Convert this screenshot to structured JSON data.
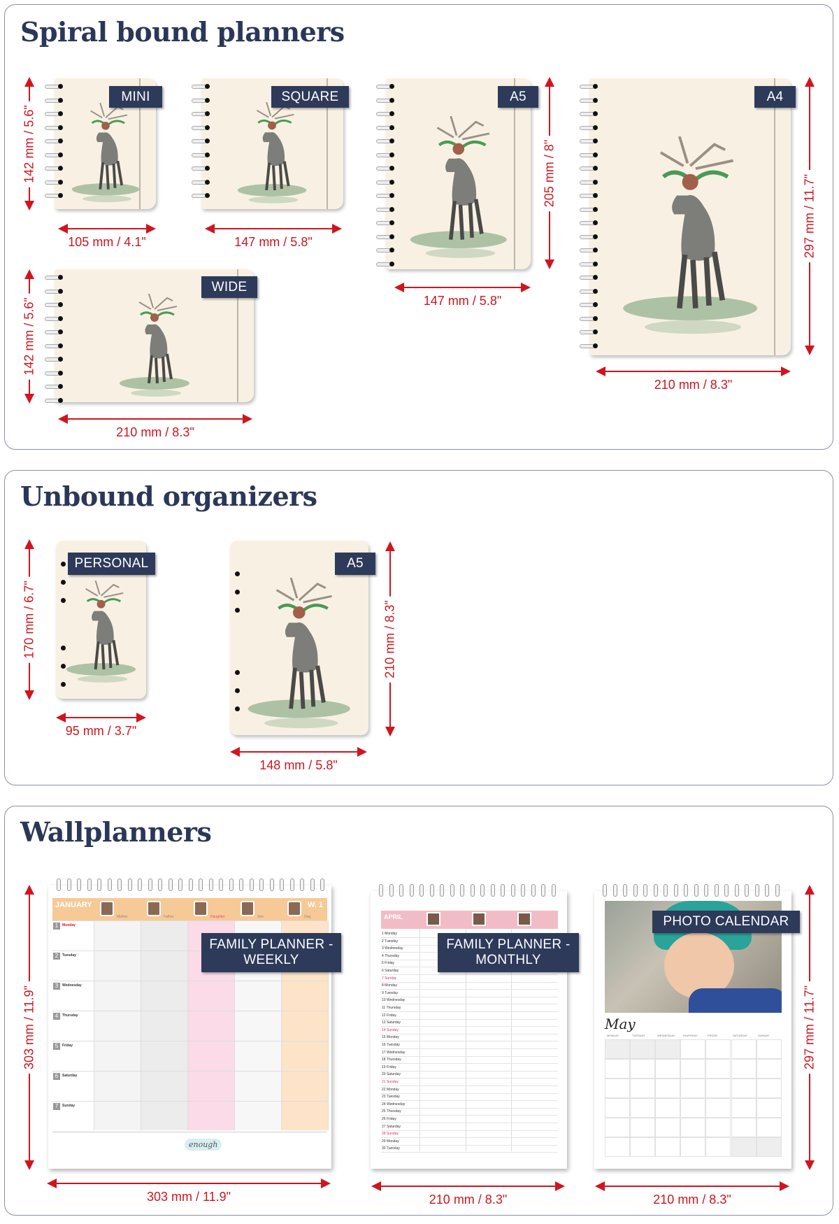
{
  "colors": {
    "accent": "#d0151f",
    "label_bg": "#2d3a5a",
    "cover": "#f8f1e3",
    "title": "#2b3758"
  },
  "sections": [
    {
      "title": "Spiral bound planners",
      "binding": "spiral",
      "products": [
        {
          "label": "MINI",
          "width": "105 mm / 4.1\"",
          "height": "142 mm / 5.6\""
        },
        {
          "label": "SQUARE",
          "width": "147 mm / 5.8\"",
          "height": ""
        },
        {
          "label": "A5",
          "width": "147 mm / 5.8\"",
          "height": "205 mm / 8\""
        },
        {
          "label": "A4",
          "width": "210 mm / 8.3\"",
          "height": "297 mm / 11.7\""
        },
        {
          "label": "WIDE",
          "width": "210 mm / 8.3\"",
          "height": "142 mm / 5.6\""
        }
      ]
    },
    {
      "title": "Unbound organizers",
      "binding": "ring-holes",
      "products": [
        {
          "label": "PERSONAL",
          "width": "95 mm / 3.7\"",
          "height": "170 mm / 6.7\""
        },
        {
          "label": "A5",
          "width": "148 mm / 5.8\"",
          "height": "210 mm / 8.3\""
        }
      ]
    },
    {
      "title": "Wallplanners",
      "binding": "wire-top",
      "products": [
        {
          "label": "FAMILY PLANNER - WEEKLY",
          "width": "303 mm / 11.9\"",
          "height": "303 mm / 11.9\"",
          "month": "JANUARY",
          "week": "W. 1",
          "members": [
            "Mother",
            "Father",
            "Daughter",
            "Son",
            "Dog"
          ],
          "days": [
            "Monday",
            "Tuesday",
            "Wednesday",
            "Thursday",
            "Friday",
            "Saturday",
            "Sunday"
          ],
          "footer_logo": "enough"
        },
        {
          "label": "FAMILY PLANNER - MONTHLY",
          "width": "210 mm / 8.3\"",
          "height": "",
          "month": "APRIL",
          "days": [
            "1 Monday",
            "2 Tuesday",
            "3 Wednesday",
            "4 Thursday",
            "5 Friday",
            "6 Saturday",
            "7 Sunday",
            "8 Monday",
            "9 Tuesday",
            "10 Wednesday",
            "11 Thursday",
            "12 Friday",
            "13 Saturday",
            "14 Sunday",
            "15 Monday",
            "16 Tuesday",
            "17 Wednesday",
            "18 Thursday",
            "19 Friday",
            "20 Saturday",
            "21 Sunday",
            "22 Monday",
            "23 Tuesday",
            "24 Wednesday",
            "25 Thursday",
            "26 Friday",
            "27 Saturday",
            "28 Sunday",
            "29 Monday",
            "30 Tuesday"
          ]
        },
        {
          "label": "PHOTO CALENDAR",
          "width": "210 mm / 8.3\"",
          "height": "297 mm / 11.7\"",
          "month": "May",
          "weekdays": [
            "MONDAY",
            "TUESDAY",
            "WEDNESDAY",
            "THURSDAY",
            "FRIDAY",
            "SATURDAY",
            "SUNDAY"
          ]
        }
      ]
    }
  ]
}
